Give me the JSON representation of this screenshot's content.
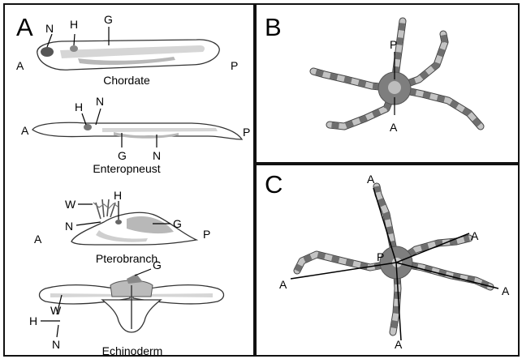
{
  "panel_a": {
    "letter": "A",
    "organisms": [
      {
        "name": "Chordate",
        "labels": {
          "n": "N",
          "h": "H",
          "g": "G",
          "a": "A",
          "p": "P"
        }
      },
      {
        "name": "Enteropneust",
        "labels": {
          "h": "H",
          "n_top": "N",
          "g": "G",
          "n_bottom": "N",
          "a": "A",
          "p": "P"
        }
      },
      {
        "name": "Pterobranch",
        "labels": {
          "w": "W",
          "h": "H",
          "n": "N",
          "g": "G",
          "a": "A",
          "p": "P"
        }
      },
      {
        "name": "Echinoderm",
        "labels": {
          "w": "W",
          "g": "G",
          "h": "H",
          "n": "N"
        }
      }
    ]
  },
  "panel_b": {
    "letter": "B",
    "labels": {
      "p": "P",
      "a": "A"
    }
  },
  "panel_c": {
    "letter": "C",
    "labels": {
      "center": "P",
      "axes": [
        "A",
        "A",
        "A",
        "A",
        "A"
      ]
    }
  },
  "colors": {
    "stripe_dark": "#6e6e6e",
    "stripe_light": "#c4c4c4",
    "organ_gray": "#b8b8b8",
    "dark_organ": "#555555"
  }
}
